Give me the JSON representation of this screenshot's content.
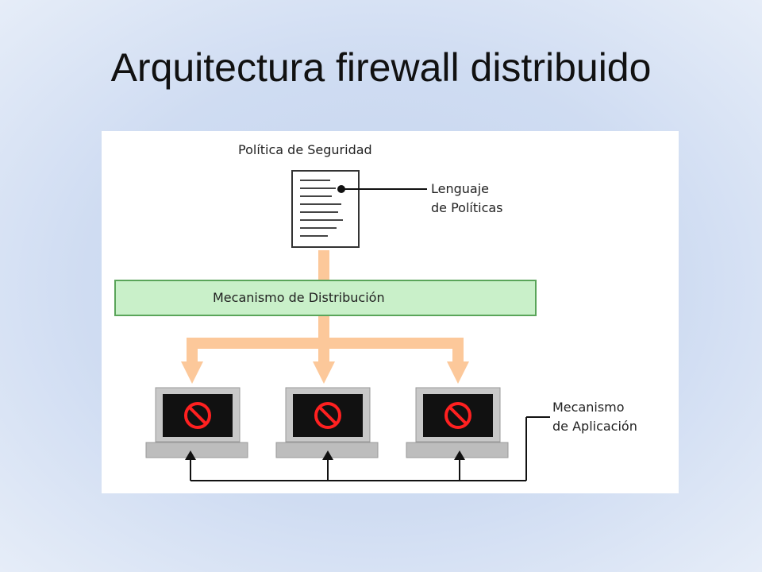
{
  "slide": {
    "title": "Arquitectura firewall distribuido"
  },
  "diagram": {
    "policy_label": "Política de Seguridad",
    "language_label_line1": "Lenguaje",
    "language_label_line2": "de Políticas",
    "distribution_label": "Mecanismo de Distribución",
    "application_label_line1": "Mecanismo",
    "application_label_line2": "de Aplicación",
    "hosts": [
      {
        "icon": "no-entry-icon"
      },
      {
        "icon": "no-entry-icon"
      },
      {
        "icon": "no-entry-icon"
      }
    ],
    "colors": {
      "arrow": "#fcc89a",
      "distribution_fill": "#c9f0c9",
      "distribution_border": "#5aa55a",
      "screen_bezel": "#c8c8c8",
      "screen": "#111111",
      "block_symbol": "#ff2020",
      "keyboard": "#bdbdbd"
    }
  }
}
